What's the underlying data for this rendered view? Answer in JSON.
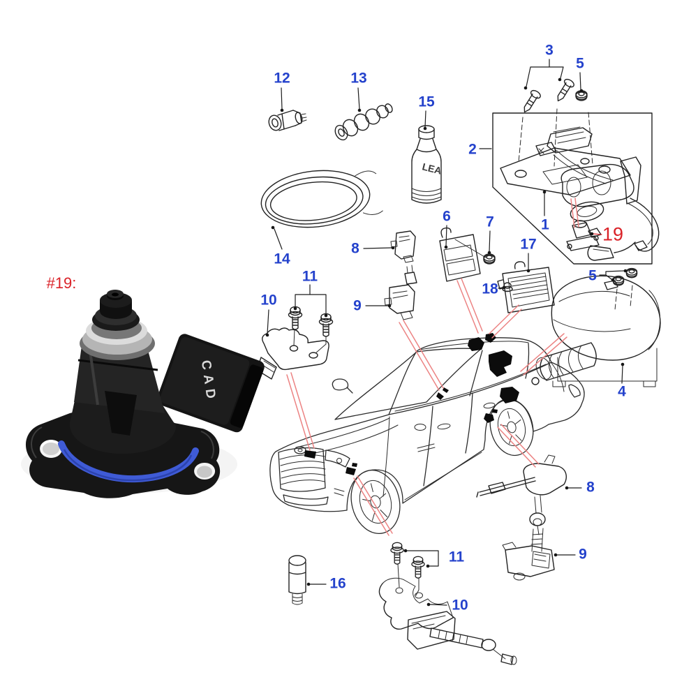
{
  "page": {
    "background": "#ffffff"
  },
  "colors": {
    "callout_blue": "#2442cc",
    "callout_red": "#da2228",
    "location_leader_red": "#ec8383",
    "line_art": "#222222",
    "oring_blue": "#3f5bd6"
  },
  "inset": {
    "heading": "#19:",
    "connector_marking": "CAD"
  },
  "bottle": {
    "marking": "LEA"
  },
  "callouts": {
    "c12": "12",
    "c13": "13",
    "c15": "15",
    "c3": "3",
    "c5a": "5",
    "c2": "2",
    "c1": "1",
    "c19": "19",
    "c14": "14",
    "c6": "6",
    "c7": "7",
    "c8a": "8",
    "c9a": "9",
    "c10a": "10",
    "c11a": "11",
    "c17": "17",
    "c18": "18",
    "c5b": "5",
    "c4": "4",
    "c8b": "8",
    "c9b": "9",
    "c11b": "11",
    "c10b": "10",
    "c16": "16"
  }
}
